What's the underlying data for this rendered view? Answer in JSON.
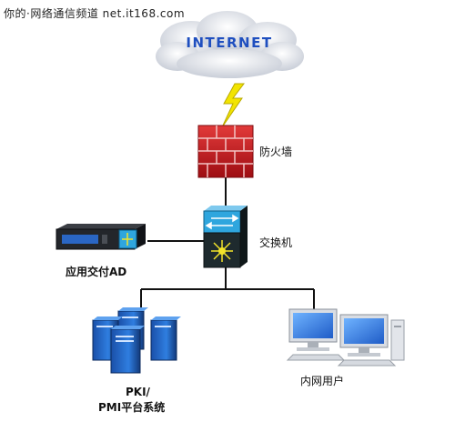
{
  "watermark": "你的·网络通信频道 net.it168.com",
  "nodes": {
    "internet": {
      "label": "INTERNET"
    },
    "firewall": {
      "label": "防火墙"
    },
    "switch": {
      "label": "交换机"
    },
    "adc": {
      "label": "应用交付AD"
    },
    "servers": {
      "label_line1": "PKI/",
      "label_line2": "PMI平台系统"
    },
    "users": {
      "label": "内网用户"
    }
  },
  "colors": {
    "cloud": "#dfe3ea",
    "internet_text": "#1f4fbf",
    "lightning": "#f2e400",
    "firewall": "#c8161d",
    "switch_top": "#2fa6de",
    "switch_body": "#1e2a2e",
    "server_blue": "#1d5fbf",
    "monitor_blue": "#2f6fd6",
    "line": "#111111"
  }
}
